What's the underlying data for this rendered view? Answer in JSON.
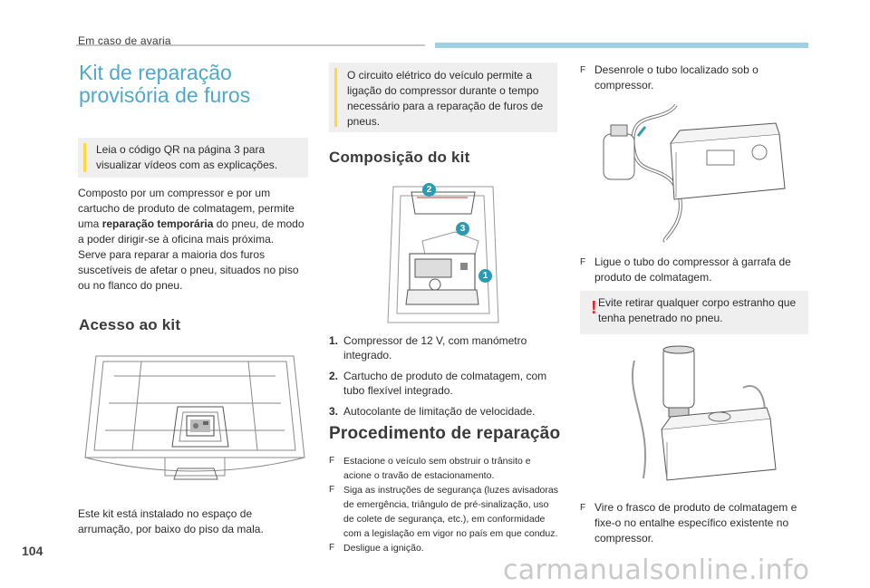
{
  "header": {
    "section_label": "Em caso de avaria"
  },
  "page_number": "104",
  "left": {
    "title": "Kit de reparação provisória de furos",
    "info_qr": "Leia o código QR na página 3 para visualizar vídeos com as explicações.",
    "intro_1": "Composto por um compressor e por um cartucho de produto de colmatagem, permite uma ",
    "intro_bold": "reparação temporária",
    "intro_2": " do pneu, de modo a poder dirigir-se à oficina mais próxima.",
    "intro_3": "Serve para reparar a maioria dos furos suscetíveis de afetar o pneu, situados no piso ou no flanco do pneu.",
    "access_heading": "Acesso ao kit",
    "access_text": "Este kit está instalado no espaço de arrumação, por baixo do piso da mala."
  },
  "middle": {
    "info_circuit": "O circuito elétrico do veículo permite a ligação do compressor durante o tempo necessário para a reparação de furos de pneus.",
    "kit_heading": "Composição do kit",
    "kit_items": [
      {
        "num": "1.",
        "text": "Compressor de 12 V, com manómetro integrado."
      },
      {
        "num": "2.",
        "text": "Cartucho de produto de colmatagem, com tubo flexível integrado."
      },
      {
        "num": "3.",
        "text": "Autocolante de limitação de velocidade."
      }
    ],
    "callouts": [
      "2",
      "3",
      "1"
    ],
    "procedure_heading": "Procedimento de reparação",
    "procedure_steps": [
      {
        "bullet": "F",
        "text": "Estacione o veículo sem obstruir o trânsito e acione o travão de estacionamento."
      },
      {
        "bullet": "F",
        "text": "Siga as instruções de segurança (luzes avisadoras de emergência, triângulo de pré-sinalização, uso de colete de segurança, etc.), em conformidade com a legislação em vigor no país em que conduz."
      },
      {
        "bullet": "F",
        "text": "Desligue a ignição."
      }
    ]
  },
  "right": {
    "step_unroll": "Desenrole o tubo localizado sob o compressor.",
    "step_connect": "Ligue o tubo do compressor à garrafa de produto de colmatagem.",
    "warning": "Evite retirar qualquer corpo estranho que tenha penetrado no pneu.",
    "step_turn": "Vire o frasco de produto de colmatagem e fixe-o no entalhe específico existente no compressor.",
    "bullet": "F",
    "warning_icon": "!"
  },
  "watermark": "carmanualsonline.info",
  "colors": {
    "accent_blue": "#4fa8cc",
    "callout_teal": "#2a9bb0",
    "warning_red": "#e2222c",
    "info_yellow": "#ffd93b"
  }
}
